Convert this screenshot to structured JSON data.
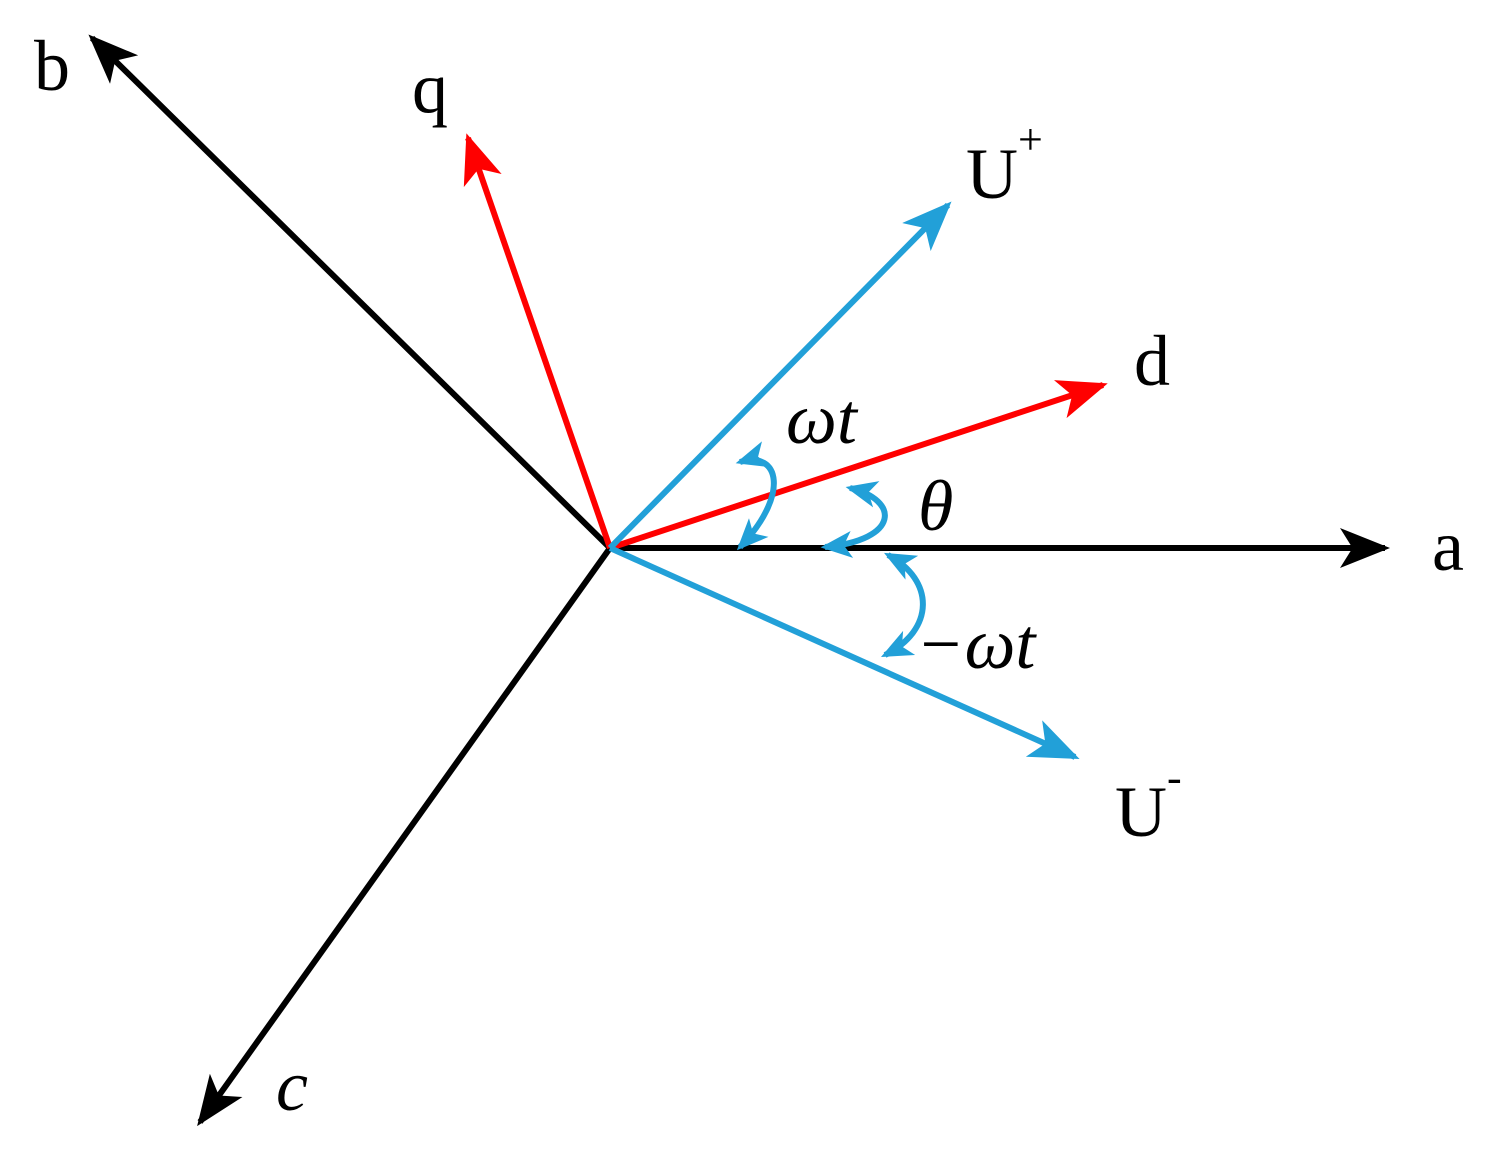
{
  "colors": {
    "abc_axes": "#000000",
    "dq_axes": "#ff0000",
    "sequence_vectors": "#22a0d8"
  },
  "labels": {
    "axis_a": "a",
    "axis_b": "b",
    "axis_c": "c",
    "axis_d": "d",
    "axis_q": "q",
    "u_plus_base": "U",
    "u_plus_sup": "+",
    "u_minus_base": "U",
    "u_minus_sup": "-",
    "angle_omega_t": "ωt",
    "angle_theta": "θ",
    "angle_minus_omega_t": "−ωt"
  }
}
